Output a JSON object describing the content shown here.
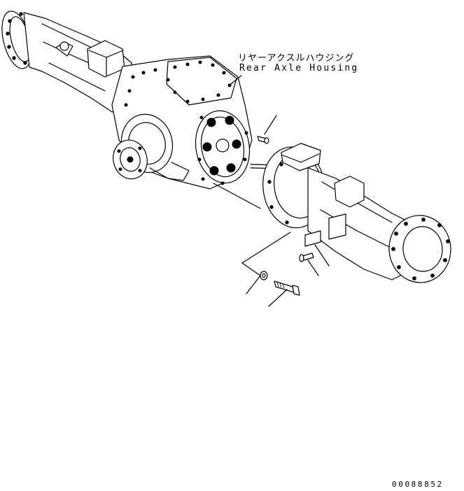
{
  "figure": {
    "part_name_jp": "リヤーアクスルハウジング",
    "part_name_en": "Rear Axle Housing",
    "illustration_code": "00088852"
  }
}
